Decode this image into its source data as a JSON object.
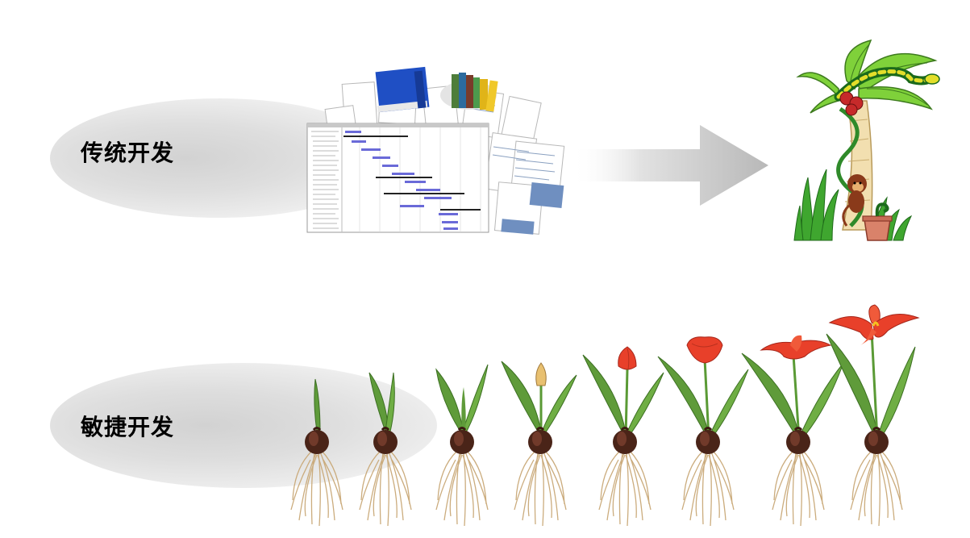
{
  "labels": {
    "traditional": "传统开发",
    "agile": "敏捷开发"
  },
  "colors": {
    "ellipse": "#d9d9d9",
    "arrow": "#c4c4c4",
    "binder_blue": "#1f4fc4",
    "tulip_red": "#e8402a",
    "leaf_green": "#4f8f2a",
    "bulb_brown": "#4a2418",
    "root": "#c9a877"
  },
  "icons": {
    "documents_stack": "documents-gantt-icon",
    "arrow": "right-arrow-icon",
    "jungle": "jungle-tree-snake-monkey-icon",
    "tulip": "tulip-bulb-icon"
  },
  "tulips": {
    "stages": [
      {
        "stage": "sprout"
      },
      {
        "stage": "young-leaves"
      },
      {
        "stage": "leaves"
      },
      {
        "stage": "bud"
      },
      {
        "stage": "red-bud"
      },
      {
        "stage": "opening"
      },
      {
        "stage": "open"
      },
      {
        "stage": "full-bloom"
      }
    ]
  }
}
